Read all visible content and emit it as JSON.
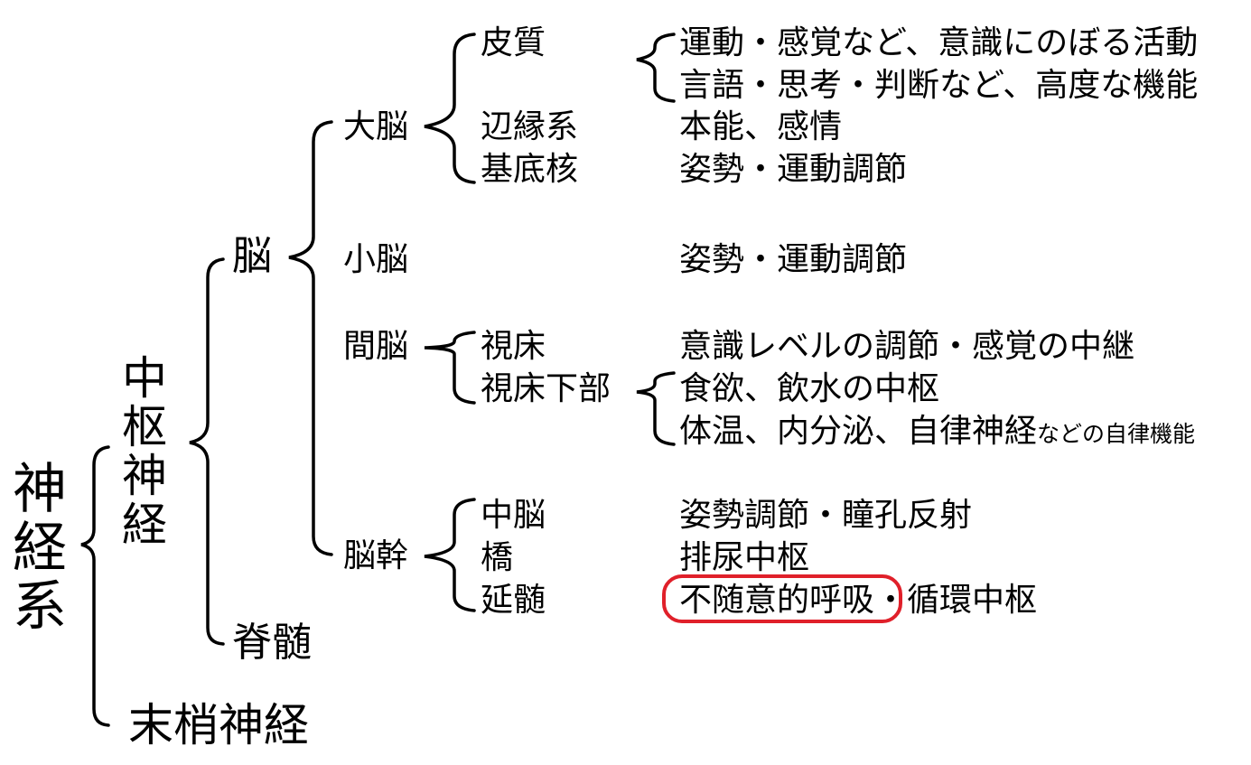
{
  "root": "神経系",
  "central": "中枢神経",
  "peripheral": "末梢神経",
  "brain": "脳",
  "spinal_cord": "脊髄",
  "cerebrum": {
    "label": "大脳",
    "parts": [
      {
        "label": "皮質",
        "functions": [
          "運動・感覚など、意識にのぼる活動",
          "言語・思考・判断など、高度な機能"
        ]
      },
      {
        "label": "辺縁系",
        "functions": [
          "本能、感情"
        ]
      },
      {
        "label": "基底核",
        "functions": [
          "姿勢・運動調節"
        ]
      }
    ]
  },
  "cerebellum": {
    "label": "小脳",
    "function": "姿勢・運動調節"
  },
  "diencephalon": {
    "label": "間脳",
    "thalamus": {
      "label": "視床",
      "function": "意識レベルの調節・感覚の中継"
    },
    "hypothalamus": {
      "label": "視床下部",
      "functions": [
        "食欲、飲水の中枢",
        "体温、内分泌、自律神経"
      ],
      "suffix": "などの自律機能"
    }
  },
  "brainstem": {
    "label": "脳幹",
    "parts": [
      {
        "label": "中脳",
        "function": "姿勢調節・瞳孔反射"
      },
      {
        "label": "橋",
        "function": "排尿中枢"
      },
      {
        "label": "延髄",
        "function_highlight": "不随意的呼吸",
        "function_rest": "循環中枢"
      }
    ]
  },
  "separator": "・",
  "colors": {
    "text": "#000000",
    "highlight": "#e0202a",
    "background": "#ffffff"
  }
}
